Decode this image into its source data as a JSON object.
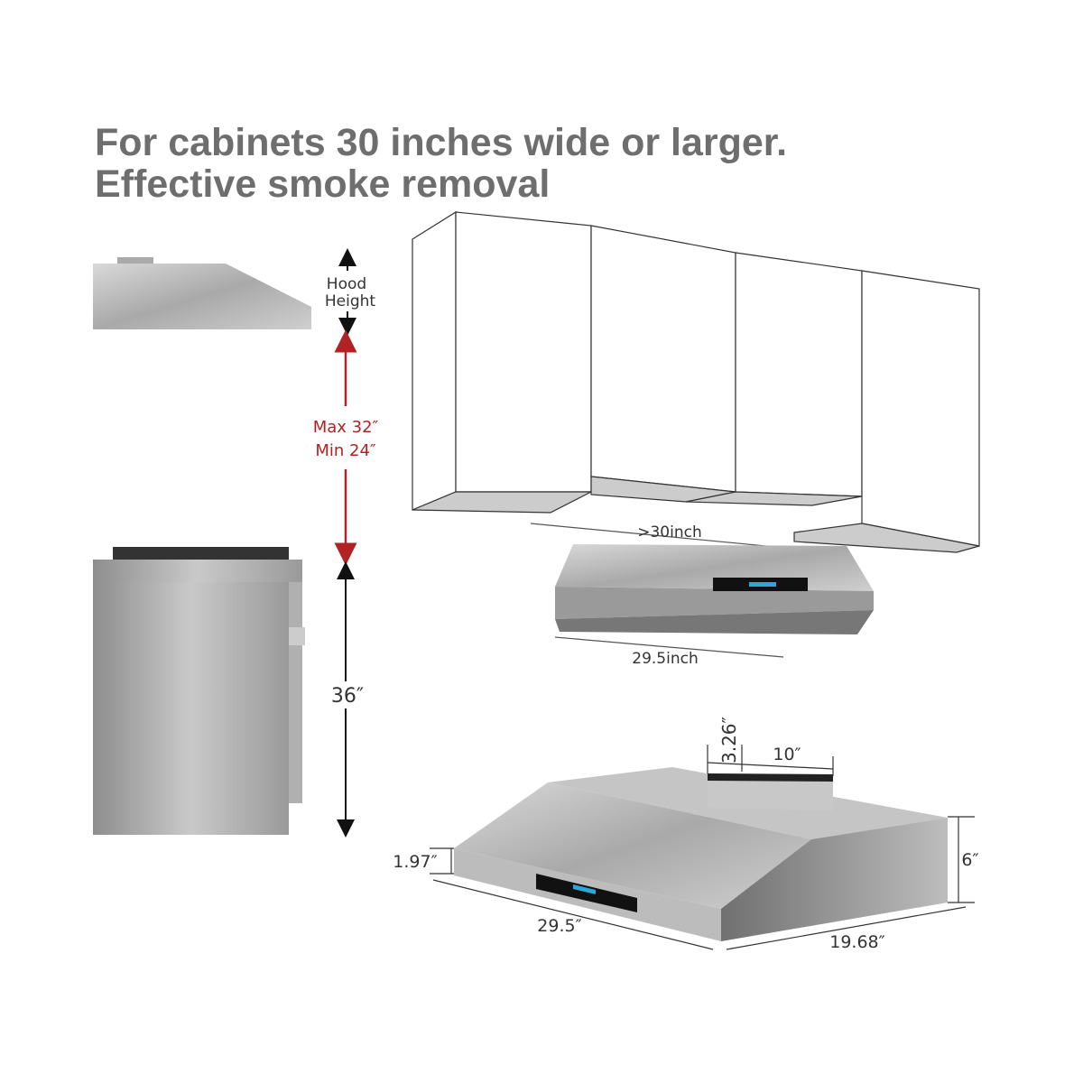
{
  "headline": {
    "line1": "For cabinets 30 inches wide or larger.",
    "line2": "Effective smoke removal"
  },
  "installation": {
    "hood_height_line1": "Hood",
    "hood_height_line2": "Height",
    "clearance_max": "Max 32″",
    "clearance_min": "Min 24″",
    "counter_height": "36″",
    "cabinet_width": ">30inch",
    "hood_width": "29.5inch"
  },
  "dimensions": {
    "duct_height": "3.26″",
    "duct_width": "10″",
    "front_height": "1.97″",
    "back_height": "6″",
    "width": "29.5″",
    "depth": "19.68″"
  },
  "colors": {
    "title": "#6e6e6e",
    "clearance_red": "#b22222",
    "steel": "#b8b8b8"
  }
}
